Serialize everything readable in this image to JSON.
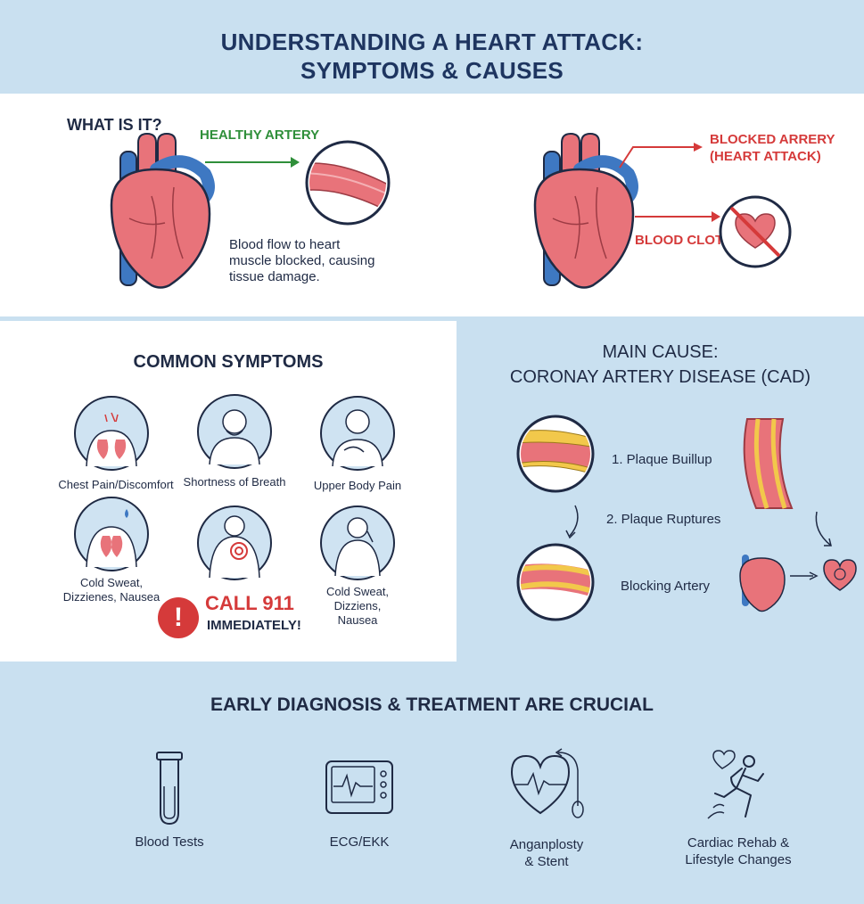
{
  "header": {
    "title_line1": "UNDERSTANDING A HEART ATTACK:",
    "title_line2": "SYMPTOMS & CAUSES"
  },
  "what_is_it": {
    "heading": "WHAT IS IT?",
    "healthy_label": "HEALTHY ARTERY",
    "description_line1": "Blood flow to heart",
    "description_line2": "muscle blocked, causing",
    "description_line3": "tissue damage.",
    "blocked_label_line1": "BLOCKED ARRERY",
    "blocked_label_line2": "(HEART ATTACK)",
    "clot_label": "BLOOD CLOT"
  },
  "symptoms": {
    "heading": "COMMON SYMPTOMS",
    "items": [
      {
        "label": "Chest Pain/Discomfort"
      },
      {
        "label": "Shortness of Breath"
      },
      {
        "label": "Upper Body Pain"
      },
      {
        "label_line1": "Cold Sweat,",
        "label_line2": "Dizzienes, Nausea"
      },
      {
        "label_line1": "Cold Sweat,",
        "label_line2": "Dizziens,",
        "label_line3": "Nausea"
      }
    ],
    "call_line1": "CALL 911",
    "call_line2": "IMMEDIATELY!",
    "alert_glyph": "!"
  },
  "cause": {
    "heading_line1": "MAIN CAUSE:",
    "heading_line2": "CORONAY ARTERY DISEASE (CAD)",
    "step1": "1. Plaque Buillup",
    "step2": "2. Plaque Ruptures",
    "step3": "Blocking Artery"
  },
  "treatment": {
    "heading": "EARLY DIAGNOSIS & TREATMENT ARE CRUCIAL",
    "items": [
      {
        "label": "Blood Tests"
      },
      {
        "label": "ECG/EKK"
      },
      {
        "label_line1": "Anganplosty",
        "label_line2": "& Stent"
      },
      {
        "label_line1": "Cardiac Rehab &",
        "label_line2": "Lifestyle Changes"
      }
    ]
  },
  "colors": {
    "heart": "#e8737a",
    "vessel": "#3e78c2",
    "navy": "#1e3560",
    "green": "#2f8f3a",
    "red": "#d53a3a",
    "panel_blue": "#c9e0f0",
    "plaque": "#f2c84b"
  }
}
